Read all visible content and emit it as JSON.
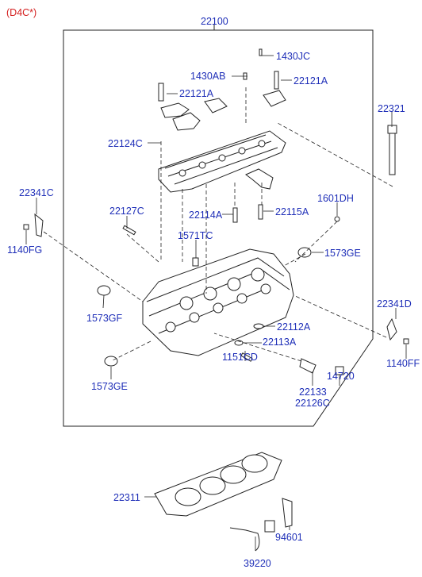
{
  "model_code": "(D4C*)",
  "parts": {
    "p22100": "22100",
    "p1430JC": "1430JC",
    "p1430AB": "1430AB",
    "p22121A_top": "22121A",
    "p22121A_left": "22121A",
    "p22321": "22321",
    "p22124C": "22124C",
    "p22341C": "22341C",
    "p22127C": "22127C",
    "p22114A": "22114A",
    "p22115A": "22115A",
    "p1601DH": "1601DH",
    "p1571TC": "1571TC",
    "p1140FG": "1140FG",
    "p1573GE_right": "1573GE",
    "p1573GF": "1573GF",
    "p22341D": "22341D",
    "p22112A": "22112A",
    "p22113A": "22113A",
    "p1140FF": "1140FF",
    "p1151CD": "1151CD",
    "p1573GE_left": "1573GE",
    "p14720": "14720",
    "p22133": "22133",
    "p22126C": "22126C",
    "p22311": "22311",
    "p94601": "94601",
    "p39220": "39220"
  },
  "colors": {
    "label": "#1f2fb8",
    "model_code": "#d42020",
    "lines": "#222222"
  }
}
